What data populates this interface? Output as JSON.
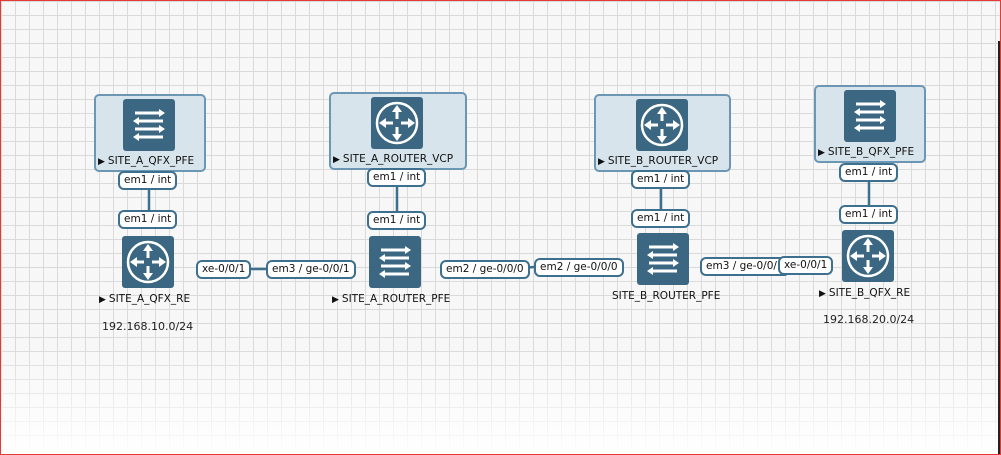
{
  "nodes": {
    "site_a_qfx_pfe": "SITE_A_QFX_PFE",
    "site_a_router_vcp": "SITE_A_ROUTER_VCP",
    "site_b_router_vcp": "SITE_B_ROUTER_VCP",
    "site_b_qfx_pfe": "SITE_B_QFX_PFE",
    "site_a_qfx_re": "SITE_A_QFX_RE",
    "site_a_router_pfe": "SITE_A_ROUTER_PFE",
    "site_b_router_pfe": "SITE_B_ROUTER_PFE",
    "site_b_qfx_re": "SITE_B_QFX_RE"
  },
  "ports": {
    "em1_int": "em1 / int",
    "xe_0_0_1": "xe-0/0/1",
    "em3_ge_0_0_1": "em3 / ge-0/0/1",
    "em2_ge_0_0_0": "em2 / ge-0/0/0"
  },
  "subnets": {
    "site_a": "192.168.10.0/24",
    "site_b": "192.168.20.0/24"
  },
  "node_types": {
    "switch_icon": "switch-arrows-icon",
    "router_icon": "router-arrows-icon"
  },
  "colors": {
    "node_fill": "#3c6783",
    "link": "#3d6f8e",
    "selection_fill": "#d7e4ec",
    "frame_border": "#e53935"
  }
}
